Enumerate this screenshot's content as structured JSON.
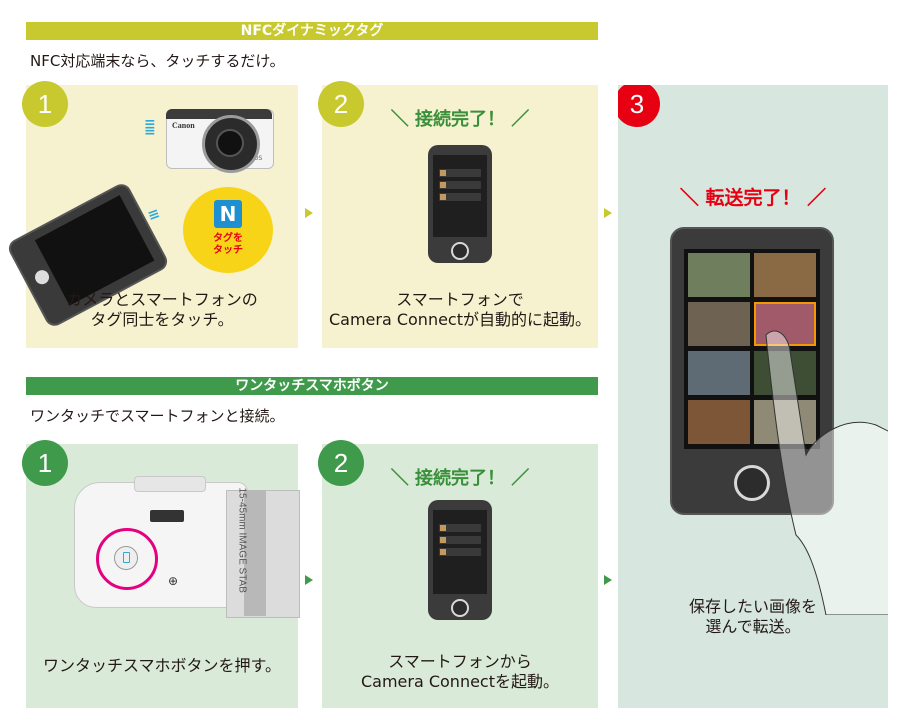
{
  "nfc": {
    "header": "NFCダイナミックタグ",
    "intro": "NFC対応端末なら、タッチするだけ。",
    "steps": [
      {
        "number": "1",
        "caption": [
          "カメラとスマートフォンの",
          "タグ同士をタッチ。"
        ],
        "tag_label": [
          "タグを",
          "タッチ"
        ],
        "camera_brand": "Canon",
        "camera_model": "EOS"
      },
      {
        "number": "2",
        "done_text": "接続完了！",
        "caption": [
          "スマートフォンで",
          "Camera Connectが自動的に起動。"
        ]
      }
    ]
  },
  "onetouch": {
    "header": "ワンタッチスマホボタン",
    "intro": "ワンタッチでスマートフォンと接続。",
    "steps": [
      {
        "number": "1",
        "caption": [
          "ワンタッチスマホボタンを押す。"
        ],
        "lens_text": "15-45mm IMAGE STAB"
      },
      {
        "number": "2",
        "done_text": "接続完了！",
        "caption": [
          "スマートフォンから",
          "Camera Connectを起動。"
        ]
      }
    ]
  },
  "transfer": {
    "number": "3",
    "done_text": "転送完了！",
    "caption": [
      "保存したい画像を",
      "選んで転送。"
    ]
  },
  "decor": {
    "done_left": "＼",
    "done_right": "／"
  },
  "colors": {
    "nfc_accent": "#c8c92e",
    "nfc_panel": "#f6f2cf",
    "onetouch_accent": "#3f9b4b",
    "onetouch_panel": "#d9ebd8",
    "transfer_panel": "#d7e7df",
    "step3_red": "#e60012",
    "done_green": "#3a8f3a",
    "done_red": "#e60012",
    "tag_yellow": "#f7d417"
  }
}
